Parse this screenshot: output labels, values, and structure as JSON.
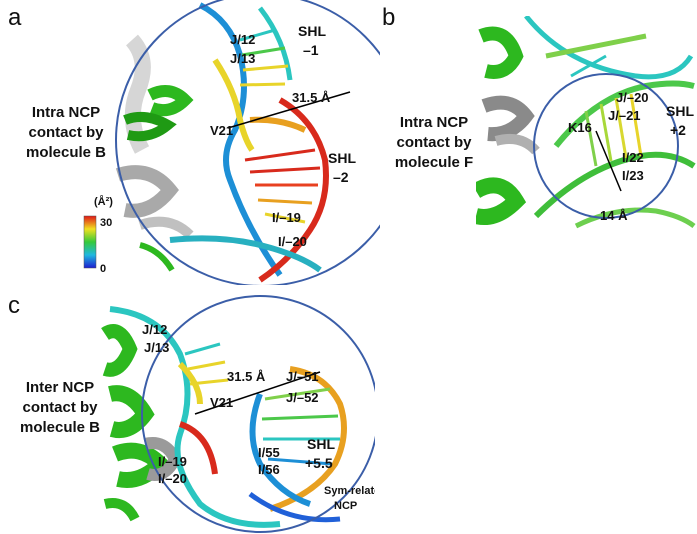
{
  "colors": {
    "circle": "#3b5ea8",
    "histone_green": "#2db81f",
    "histone_grey": "#a9a9a9",
    "dna_blue": "#1d8fd6",
    "dna_cyan": "#2bc6c0",
    "dna_yellow": "#e8d42a",
    "dna_red": "#d82a1c"
  },
  "panel_a": {
    "letter": "a",
    "caption": [
      "Intra NCP",
      "contact by",
      "molecule B"
    ],
    "labels": {
      "j12": "J/12",
      "j13": "J/13",
      "shl1a": "SHL",
      "shl1b": "–1",
      "dist": "31.5 Å",
      "v21": "V21",
      "shl2a": "SHL",
      "shl2b": "–2",
      "i19": "I/–19",
      "i20": "I/–20"
    },
    "colorbar": {
      "unit": "(Å²)",
      "max": "30",
      "min": "0"
    }
  },
  "panel_b": {
    "letter": "b",
    "caption": [
      "Intra NCP",
      "contact by",
      "molecule F"
    ],
    "labels": {
      "j20": "J/–20",
      "j21": "J/–21",
      "shla": "SHL",
      "shlb": "+2",
      "k16": "K16",
      "i22": "I/22",
      "i23": "I/23",
      "dist": "14 Å"
    }
  },
  "panel_c": {
    "letter": "c",
    "caption": [
      "Inter NCP",
      "contact by",
      "molecule B"
    ],
    "labels": {
      "j12": "J/12",
      "j13": "J/13",
      "dist": "31.5 Å",
      "v21": "V21",
      "j51": "J/–51",
      "j52": "J/–52",
      "i19": "I/–19",
      "i20": "I/–20",
      "i55": "I/55",
      "i56": "I/56",
      "shla": "SHL",
      "shlb": "+5.5",
      "sym1": "Sym-related",
      "sym2": "NCP"
    }
  }
}
